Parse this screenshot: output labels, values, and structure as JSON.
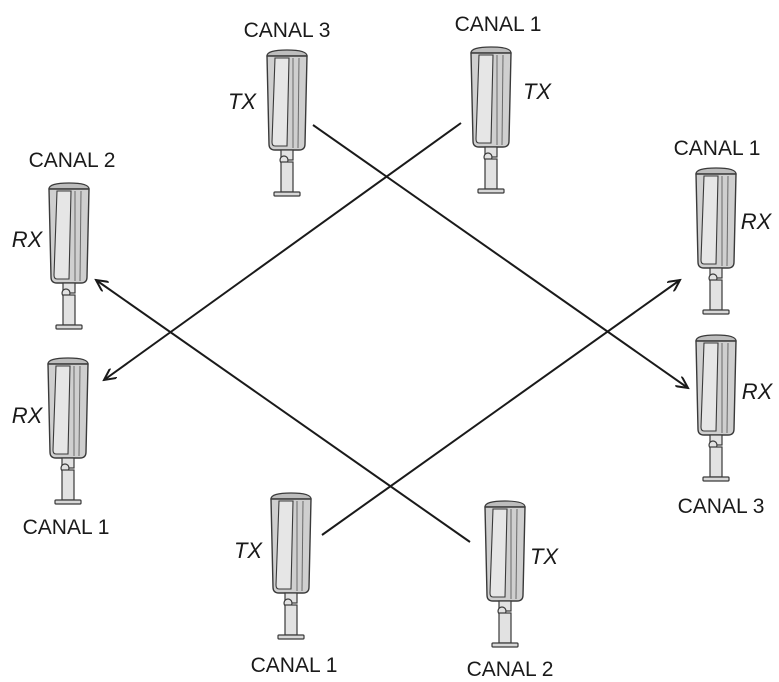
{
  "colors": {
    "line": "#1a1a1a",
    "device_body": "#cfcfcf",
    "background": "#ffffff"
  },
  "devices": {
    "tx_top_left": {
      "role": "TX",
      "channel": "CANAL 3"
    },
    "tx_top_right": {
      "role": "TX",
      "channel": "CANAL 1"
    },
    "rx_left_upper": {
      "role": "RX",
      "channel": "CANAL 2"
    },
    "rx_left_lower": {
      "role": "RX",
      "channel": "CANAL 1"
    },
    "rx_right_upper": {
      "role": "RX",
      "channel": "CANAL 1"
    },
    "rx_right_lower": {
      "role": "RX",
      "channel": "CANAL 3"
    },
    "tx_bottom_left": {
      "role": "TX",
      "channel": "CANAL 1"
    },
    "tx_bottom_right": {
      "role": "TX",
      "channel": "CANAL 2"
    }
  },
  "beams": [
    {
      "from": "tx_top_left",
      "to": "rx_right_lower",
      "arrow": "end"
    },
    {
      "from": "tx_top_right",
      "to": "rx_left_lower",
      "arrow": "end"
    },
    {
      "from": "tx_bottom_right",
      "to": "rx_left_upper",
      "arrow": "end"
    },
    {
      "from": "tx_bottom_left",
      "to": "rx_right_upper",
      "arrow": "end"
    }
  ]
}
